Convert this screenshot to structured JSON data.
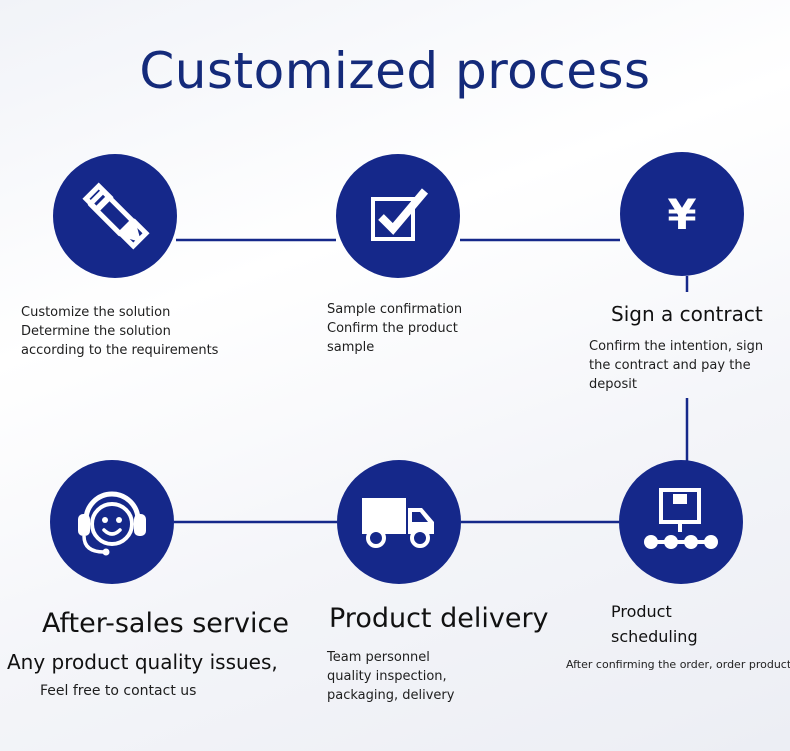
{
  "title": "Customized process",
  "brand_color": "#15288a",
  "steps": [
    {
      "icon": "pencil-ruler-icon",
      "lines": [
        "Customize the solution",
        "Determine the solution",
        "according to the requirements"
      ]
    },
    {
      "icon": "checkbox-icon",
      "lines": [
        "Sample confirmation",
        "Confirm the product",
        "sample"
      ]
    },
    {
      "icon": "yen-icon",
      "glyph": "¥",
      "heading": "Sign a contract",
      "lines": [
        "Confirm the intention, sign",
        "the contract and pay the",
        "deposit"
      ]
    },
    {
      "icon": "box-conveyor-icon",
      "heading_lines": [
        "Product",
        "scheduling"
      ],
      "note": "After confirming the order, order production"
    },
    {
      "icon": "delivery-truck-icon",
      "heading": "Product delivery",
      "lines": [
        "Team personnel",
        "quality inspection,",
        "packaging, delivery"
      ]
    },
    {
      "icon": "customer-service-headset-icon",
      "heading": "After-sales service",
      "subheading": "Any product quality issues,",
      "note": "Feel free to contact us"
    }
  ]
}
